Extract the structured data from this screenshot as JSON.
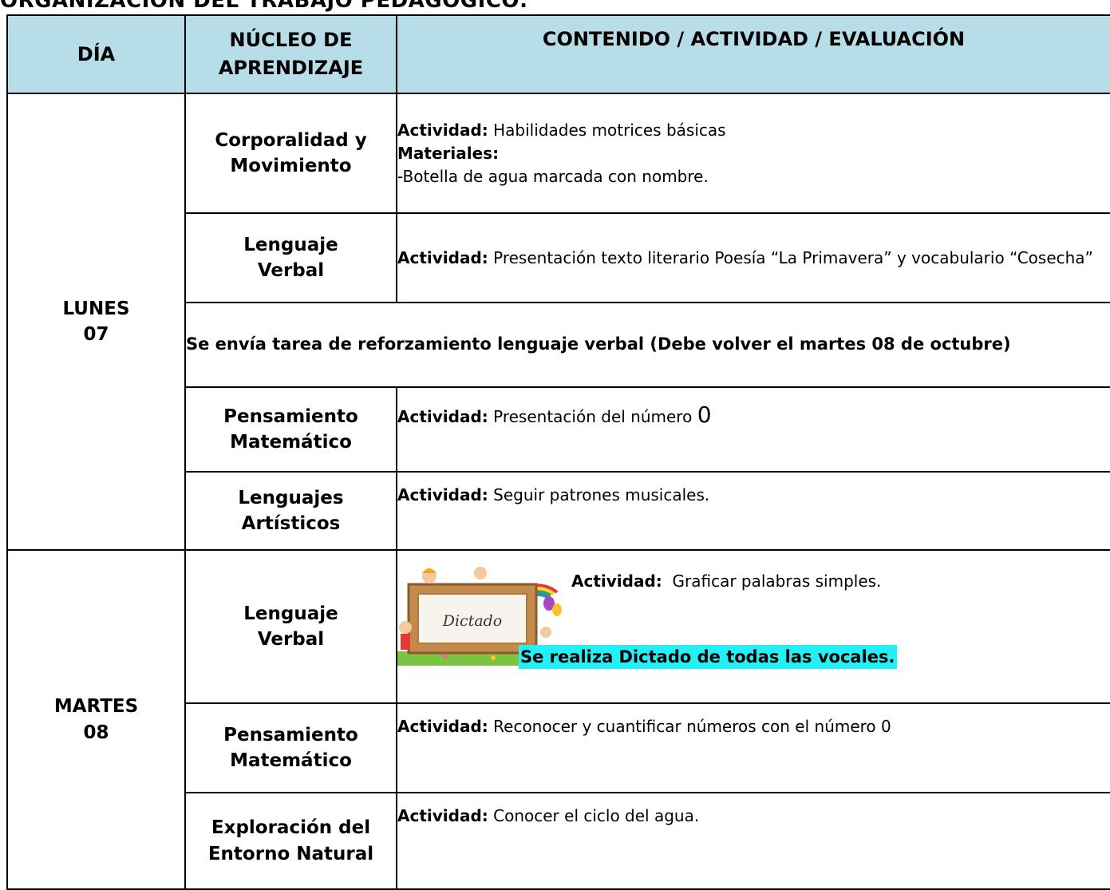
{
  "document": {
    "title": "ORGANIZACIÓN DEL TRABAJO PEDAGÓGICO:"
  },
  "table": {
    "headers": {
      "dia": "DÍA",
      "nucleo_line1": "NÚCLEO DE",
      "nucleo_line2": "APRENDIZAJE",
      "contenido": "CONTENIDO / ACTIVIDAD / EVALUACIÓN"
    },
    "labels": {
      "actividad": "Actividad:",
      "materiales": "Materiales:"
    },
    "lunes": {
      "day_line1": "LUNES",
      "day_line2": "07",
      "rows": {
        "corporalidad": {
          "nucleo_line1": "Corporalidad y",
          "nucleo_line2": "Movimiento",
          "actividad": " Habilidades motrices básicas",
          "material": "-Botella de agua marcada con nombre."
        },
        "lenguaje": {
          "nucleo_line1": "Lenguaje",
          "nucleo_line2": "Verbal",
          "actividad": " Presentación texto literario Poesía “La Primavera” y vocabulario “Cosecha”"
        },
        "tarea": "Se envía tarea de reforzamiento lenguaje verbal (Debe volver el martes 08 de octubre)",
        "matematico": {
          "nucleo_line1": "Pensamiento",
          "nucleo_line2": "Matemático",
          "actividad": " Presentación del número ",
          "numero": "0"
        },
        "artisticos": {
          "nucleo_line1": "Lenguajes",
          "nucleo_line2": "Artísticos",
          "actividad": " Seguir patrones musicales."
        }
      }
    },
    "martes": {
      "day_line1": "MARTES",
      "day_line2": "08",
      "rows": {
        "lenguaje": {
          "nucleo_line1": "Lenguaje",
          "nucleo_line2": "Verbal",
          "image_text": "Dictado",
          "actividad": "  Graficar palabras simples.",
          "highlight": "Se realiza Dictado de todas las vocales."
        },
        "matematico": {
          "nucleo_line1": "Pensamiento",
          "nucleo_line2": "Matemático",
          "actividad": " Reconocer y cuantificar números con el número 0"
        },
        "entorno": {
          "nucleo_line1": "Exploración del",
          "nucleo_line2": "Entorno Natural",
          "actividad": " Conocer el ciclo del agua."
        }
      }
    }
  }
}
